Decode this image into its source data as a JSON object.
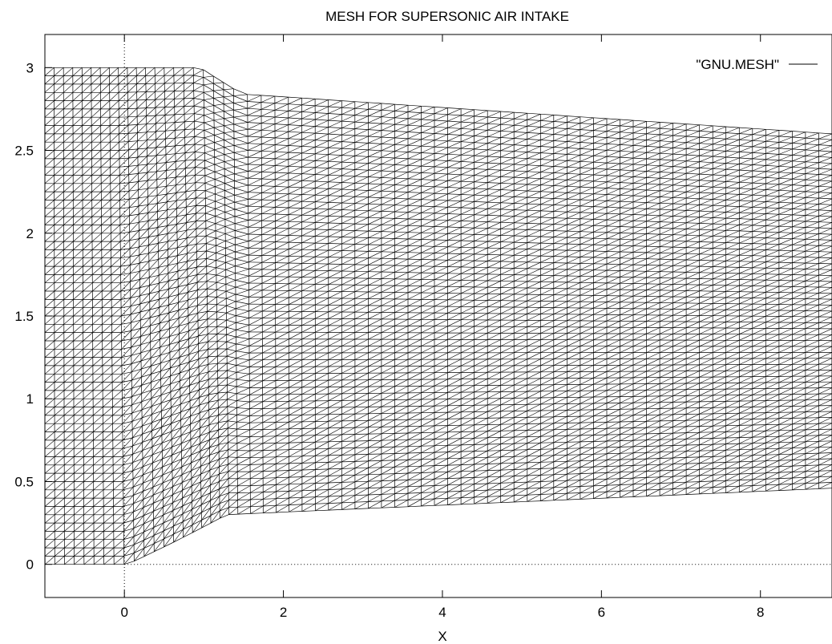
{
  "chart_data": {
    "type": "line",
    "title": "MESH FOR SUPERSONIC AIR INTAKE",
    "xlabel": "X",
    "ylabel": "",
    "xlim": [
      -1,
      8.9
    ],
    "ylim": [
      -0.2,
      3.2
    ],
    "xticks": [
      0,
      2,
      4,
      6,
      8
    ],
    "yticks": [
      0,
      0.5,
      1,
      1.5,
      2,
      2.5,
      3
    ],
    "xtick_labels": [
      "0",
      "2",
      "4",
      "6",
      "8"
    ],
    "ytick_labels": [
      "0",
      "0.5",
      "1",
      "1.5",
      "2",
      "2.5",
      "3"
    ],
    "zero_axes": {
      "x0": true,
      "y0": true,
      "style": "dotted"
    },
    "grid": false,
    "legend": {
      "position": "top-right",
      "entries": [
        "\"GNU.MESH\""
      ]
    },
    "series": [
      {
        "name": "\"GNU.MESH\"",
        "mesh": {
          "upper_wall": [
            [
              -1,
              3.0
            ],
            [
              1.0,
              3.0
            ],
            [
              1.5,
              2.84
            ],
            [
              8.9,
              2.6
            ]
          ],
          "lower_wall": [
            [
              -1,
              0.0
            ],
            [
              0.0,
              0.0
            ],
            [
              1.25,
              0.3
            ],
            [
              8.9,
              0.46
            ]
          ],
          "streamwise_lines_per_block": [
            20,
            45
          ],
          "crossstream_divisions": 60
        }
      }
    ]
  }
}
